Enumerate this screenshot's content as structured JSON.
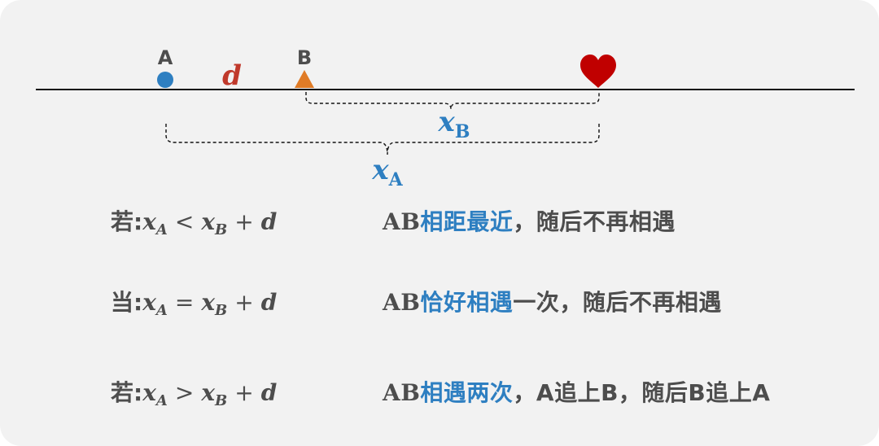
{
  "diagram": {
    "label_a": "A",
    "label_b": "B",
    "label_d": "d",
    "label_xb": "x",
    "label_xb_sub": "B",
    "label_xa": "x",
    "label_xa_sub": "A",
    "colors": {
      "point_a": "#2e7fc1",
      "point_b": "#e07b26",
      "heart": "#c00000",
      "d_label": "#c0392b",
      "distance_label": "#2e7fc1",
      "text": "#4d4d4d",
      "highlight": "#2e7fc1"
    },
    "icons": {
      "point_a": "circle",
      "point_b": "triangle",
      "target": "heart-icon"
    }
  },
  "rows": [
    {
      "cond_prefix": "若:",
      "lhs_var": "x",
      "lhs_sub": "A",
      "op": "<",
      "rhs_var": "x",
      "rhs_sub": "B",
      "plus": "+",
      "d": "d",
      "res_ab": "AB",
      "res_highlight": "相距最近",
      "res_rest": "，随后不再相遇"
    },
    {
      "cond_prefix": "当:",
      "lhs_var": "x",
      "lhs_sub": "A",
      "op": "=",
      "rhs_var": "x",
      "rhs_sub": "B",
      "plus": "+",
      "d": "d",
      "res_ab": "AB",
      "res_highlight": "恰好相遇",
      "res_rest": "一次，随后不再相遇"
    },
    {
      "cond_prefix": "若:",
      "lhs_var": "x",
      "lhs_sub": "A",
      "op": ">",
      "rhs_var": "x",
      "rhs_sub": "B",
      "plus": "+",
      "d": "d",
      "res_ab": "AB",
      "res_highlight": "相遇两次",
      "res_rest": "，A追上B，随后B追上A"
    }
  ]
}
